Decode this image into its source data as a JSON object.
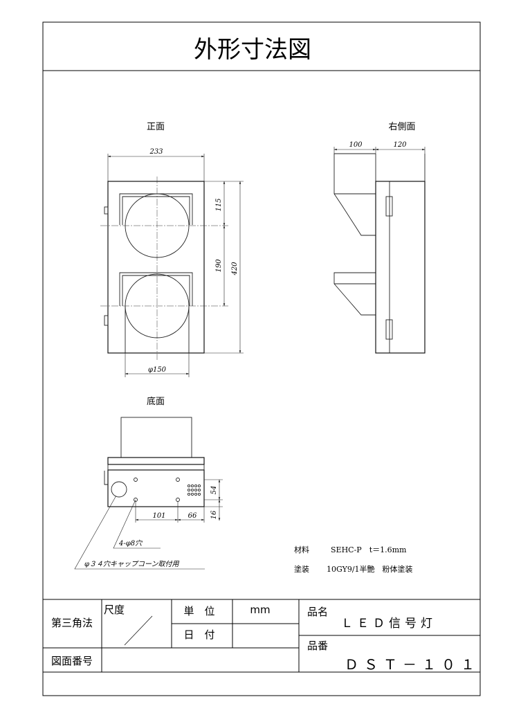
{
  "title": "外形寸法図",
  "views": {
    "front": "正面",
    "right_side": "右側面",
    "bottom": "底面"
  },
  "dimensions": {
    "front_width": "233",
    "front_115": "115",
    "front_190": "190",
    "front_420": "420",
    "front_diameter": "φ150",
    "side_100": "100",
    "side_120": "120",
    "bottom_54": "54",
    "bottom_16": "16",
    "bottom_101": "101",
    "bottom_66": "66"
  },
  "annotations": {
    "holes": "4-φ8穴",
    "cap_cone": "φ３４穴キャップコーン取付用"
  },
  "notes": {
    "material_label": "材料",
    "material_value": "SEHC-P　t＝1.6mm",
    "coating_label": "塗装",
    "coating_value": "10GY9/1半艶　粉体塗装"
  },
  "title_block": {
    "projection": "第三角法",
    "scale_label": "尺度",
    "unit_label": "単　位",
    "unit_value": "mm",
    "date_label": "日　付",
    "product_name_label": "品名",
    "product_name": "ＬＥＤ信号灯",
    "product_number_label": "品番",
    "product_number": "ＤＳＴ－１０１",
    "drawing_number_label": "図面番号"
  }
}
